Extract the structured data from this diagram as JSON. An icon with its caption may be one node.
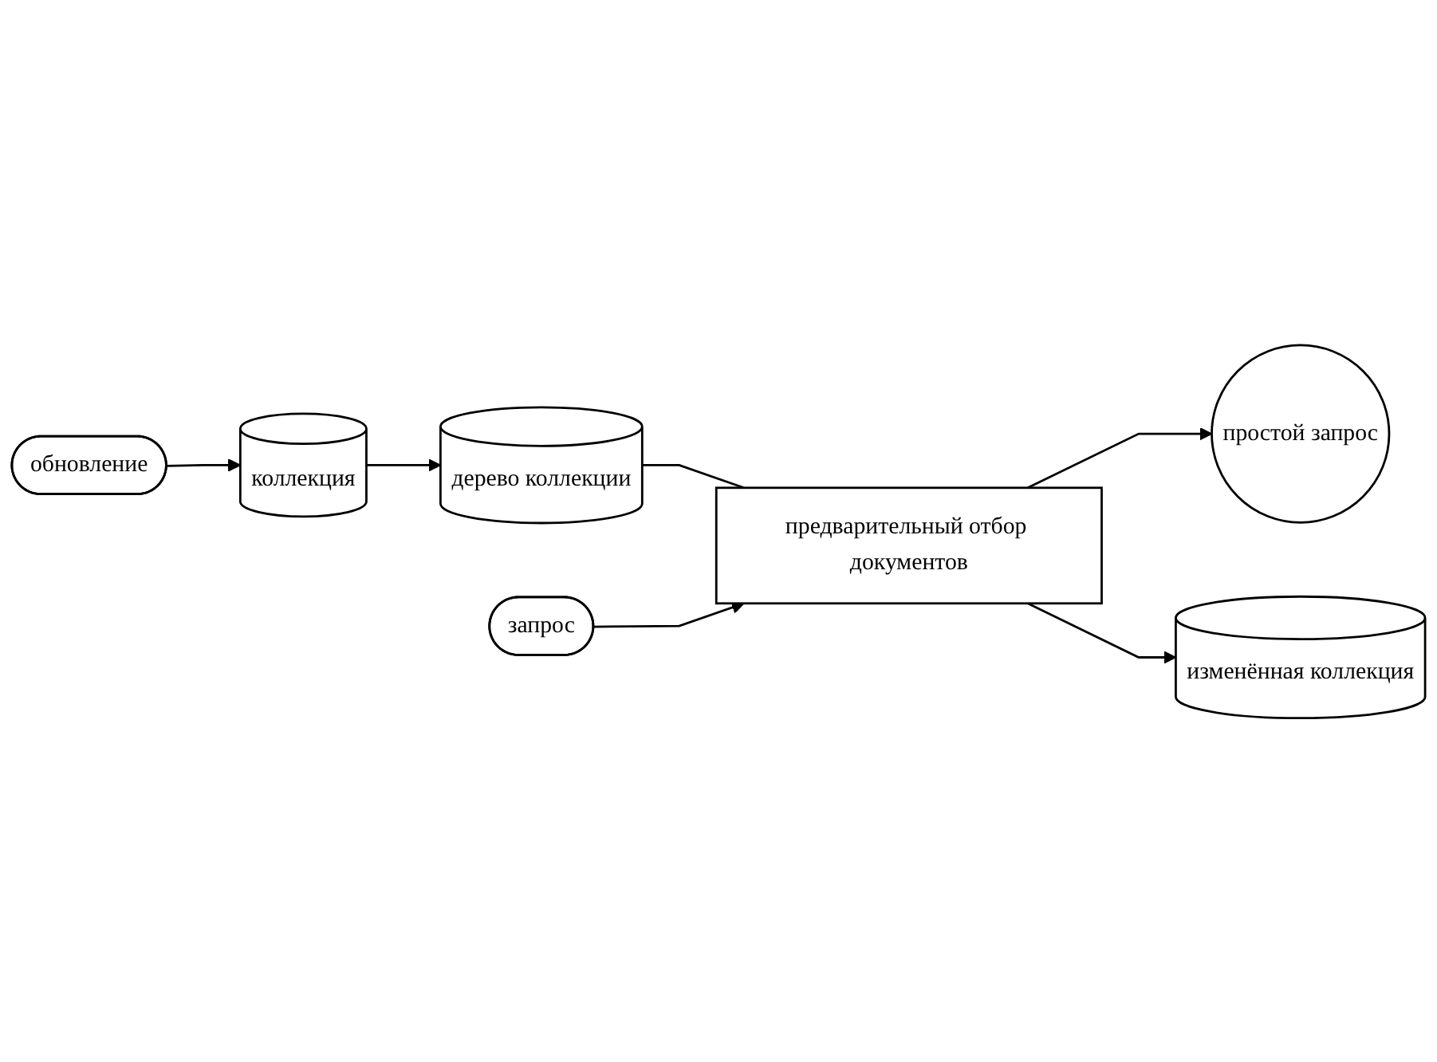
{
  "diagram": {
    "nodes": [
      {
        "text": [
          "обновление"
        ]
      },
      {
        "text": [
          "коллекция"
        ]
      },
      {
        "text": [
          "дерево коллекции"
        ]
      },
      {
        "text": [
          "запрос"
        ]
      },
      {
        "text": [
          "предварительный отбор документов"
        ]
      },
      {
        "text": [
          "простой запрос"
        ]
      },
      {
        "text": [
          "изменённая коллекция"
        ]
      }
    ],
    "edges": [
      {
        "from": 0,
        "to": 1,
        "arrow": "to"
      },
      {
        "from": 1,
        "to": 2,
        "arrow": "to"
      },
      {
        "from": 2,
        "to": 4,
        "arrow": "none"
      },
      {
        "from": 3,
        "to": 4,
        "arrow": "to"
      },
      {
        "from": 4,
        "to": 5,
        "arrow": "to"
      },
      {
        "from": 4,
        "to": 6,
        "arrow": "to"
      }
    ]
  }
}
